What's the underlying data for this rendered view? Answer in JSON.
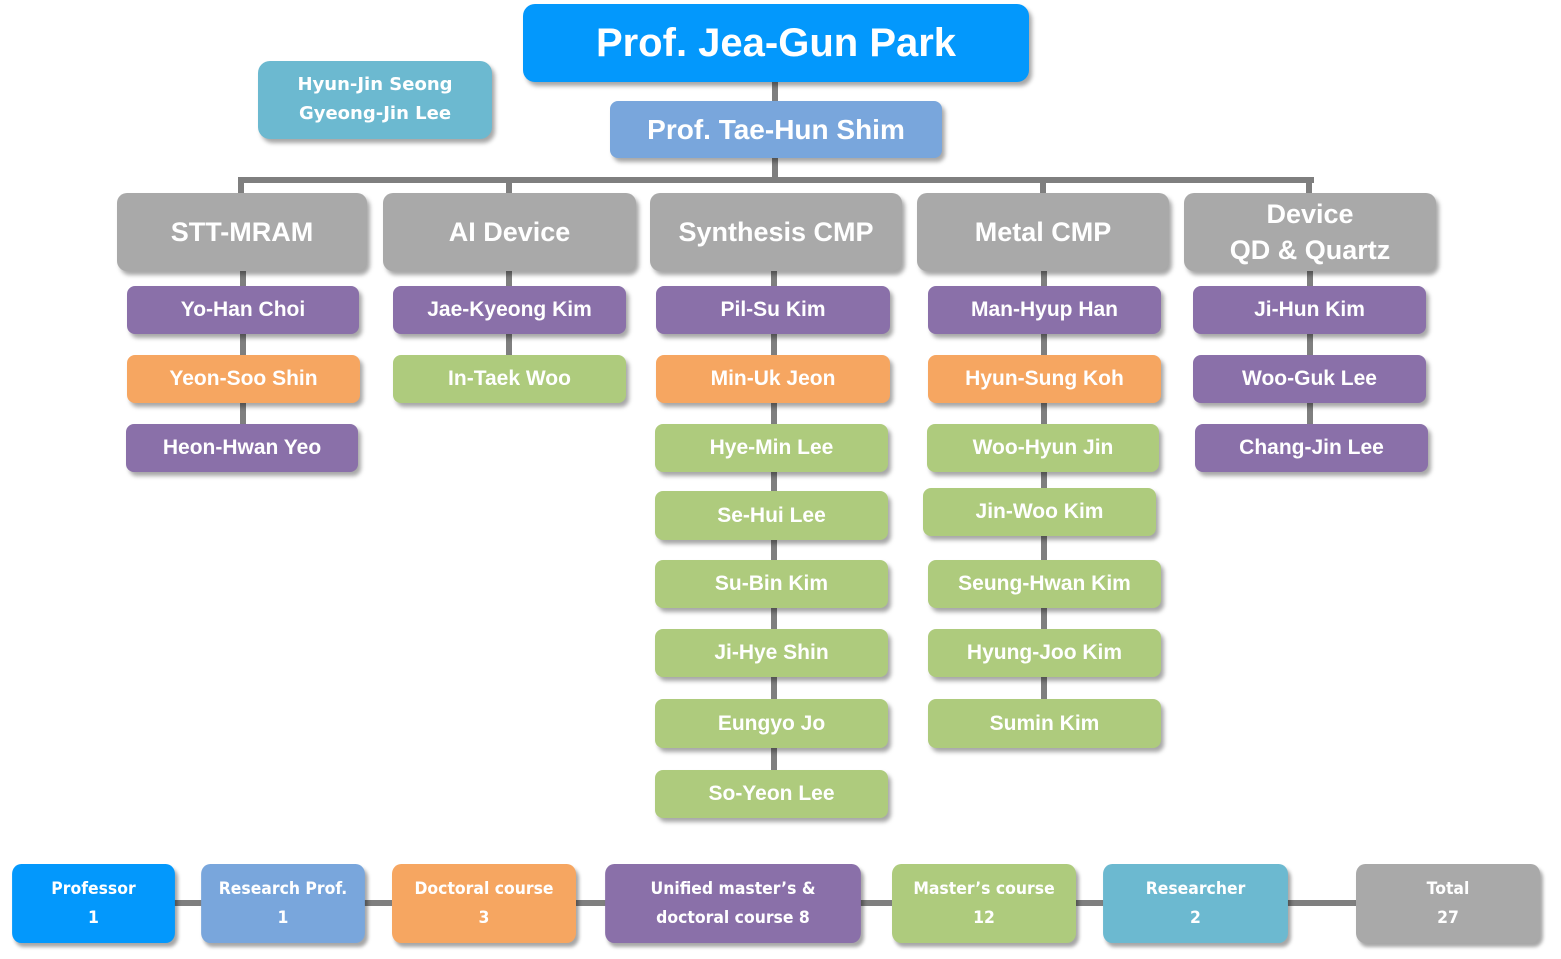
{
  "top": {
    "professor": "Prof. Jea-Gun Park",
    "research_professor": "Prof. Tae-Hun Shim",
    "researchers": [
      "Hyun-Jin Seong",
      "Gyeong-Jin Lee"
    ]
  },
  "colors": {
    "professor": "#0398fc",
    "research_prof": "#79a6dc",
    "researcher": "#6cb9d0",
    "doctoral": "#f6a661",
    "unified": "#8a70a9",
    "masters": "#aecb7d",
    "group_head": "#a9a9a9",
    "connector": "#7f7f7f"
  },
  "groups": [
    {
      "name": "STT-MRAM",
      "members": [
        {
          "name": "Yo-Han Choi",
          "role": "unified"
        },
        {
          "name": "Yeon-Soo Shin",
          "role": "doctoral"
        },
        {
          "name": "Heon-Hwan Yeo",
          "role": "unified"
        }
      ]
    },
    {
      "name": "AI Device",
      "members": [
        {
          "name": "Jae-Kyeong Kim",
          "role": "unified"
        },
        {
          "name": "In-Taek Woo",
          "role": "masters"
        }
      ]
    },
    {
      "name": "Synthesis CMP",
      "members": [
        {
          "name": "Pil-Su Kim",
          "role": "unified"
        },
        {
          "name": "Min-Uk Jeon",
          "role": "doctoral"
        },
        {
          "name": "Hye-Min Lee",
          "role": "masters"
        },
        {
          "name": "Se-Hui Lee",
          "role": "masters"
        },
        {
          "name": "Su-Bin Kim",
          "role": "masters"
        },
        {
          "name": "Ji-Hye Shin",
          "role": "masters"
        },
        {
          "name": "Eungyo Jo",
          "role": "masters"
        },
        {
          "name": "So-Yeon Lee",
          "role": "masters"
        }
      ]
    },
    {
      "name": "Metal CMP",
      "members": [
        {
          "name": "Man-Hyup Han",
          "role": "unified"
        },
        {
          "name": "Hyun-Sung Koh",
          "role": "doctoral"
        },
        {
          "name": "Woo-Hyun Jin",
          "role": "masters"
        },
        {
          "name": "Jin-Woo Kim",
          "role": "masters"
        },
        {
          "name": "Seung-Hwan Kim",
          "role": "masters"
        },
        {
          "name": "Hyung-Joo Kim",
          "role": "masters"
        },
        {
          "name": "Sumin Kim",
          "role": "masters"
        }
      ]
    },
    {
      "name_line1": "Device",
      "name_line2": "QD & Quartz",
      "members": [
        {
          "name": "Ji-Hun Kim",
          "role": "unified"
        },
        {
          "name": "Woo-Guk Lee",
          "role": "unified"
        },
        {
          "name": "Chang-Jin Lee",
          "role": "unified"
        }
      ]
    }
  ],
  "legend": [
    {
      "label": "Professor",
      "count": "1"
    },
    {
      "label": "Research Prof.",
      "count": "1"
    },
    {
      "label": "Doctoral course",
      "count": "3"
    },
    {
      "label_line1": "Unified master’s &",
      "label_line2": "doctoral course 8"
    },
    {
      "label": "Master’s course",
      "count": "12"
    },
    {
      "label": "Researcher",
      "count": "2"
    },
    {
      "label": "Total",
      "count": "27"
    }
  ]
}
